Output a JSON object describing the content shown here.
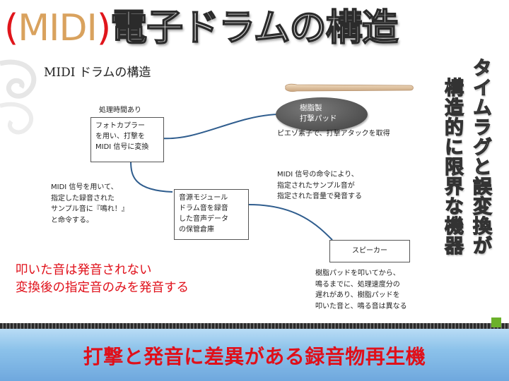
{
  "slide": {
    "title_open": "(",
    "title_midi": "MIDI",
    "title_close": ")",
    "title_main": "電子ドラムの構造"
  },
  "diagram": {
    "title": "MIDI ドラムの構造",
    "photo_label": "処理時間あり",
    "photo_box": [
      "フォトカプラー",
      "を用い、打撃を",
      "MIDI 信号に変換"
    ],
    "pad_oval": [
      "樹脂製",
      "打撃パッド"
    ],
    "piezo_text": "ピエゾ素子で、打撃アタックを取得",
    "midi_note": [
      "MIDI 信号を用いて、",
      "指定した録音された",
      "サンプル音に『鳴れ！』",
      "と命令する。"
    ],
    "sound_module": [
      "音源モジュール",
      "ドラム音を録音",
      "した音声データ",
      "の保管倉庫"
    ],
    "midi_cmd": [
      "MIDI 信号の命令により、",
      "指定されたサンプル音が",
      "指定された音量で発音する"
    ],
    "speaker": "スピーカー",
    "delay_note": [
      "樹脂パッドを叩いてから、",
      "鳴るまでに、処理速度分の",
      "遅れがあり、樹脂パッドを",
      "叩いた音と、鳴る音は異なる"
    ]
  },
  "emphasis": {
    "line1": "叩いた音は発音されない",
    "line2": "変換後の指定音のみを発音する"
  },
  "side": {
    "col1": "タイムラグと誤変換が",
    "col2": "構造的に限界な機器"
  },
  "footer": {
    "text": "打撃と発音に差異がある録音物再生機"
  },
  "colors": {
    "title_red": "#e0151b",
    "midi_tan": "#d9a25e",
    "connector_blue": "#2f5d8e",
    "emphasis_red": "#e0101a",
    "footer_blue": "#8cc2ea",
    "accent_green": "#6bb12a"
  }
}
